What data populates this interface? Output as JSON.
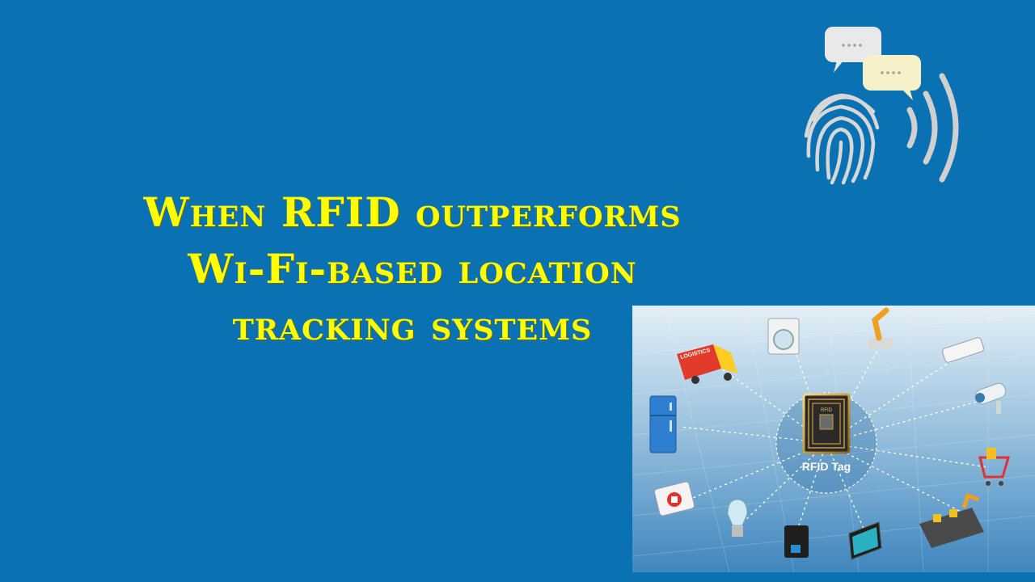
{
  "title": {
    "lines": [
      "When RFID outperforms",
      "Wi-Fi-based location",
      "tracking systems"
    ]
  },
  "diagram": {
    "center_label": "RFID Tag",
    "chip_text": "RFID",
    "truck_text": "LOGISTICS"
  },
  "colors": {
    "background": "#0a72b3",
    "title": "#ffff00"
  }
}
